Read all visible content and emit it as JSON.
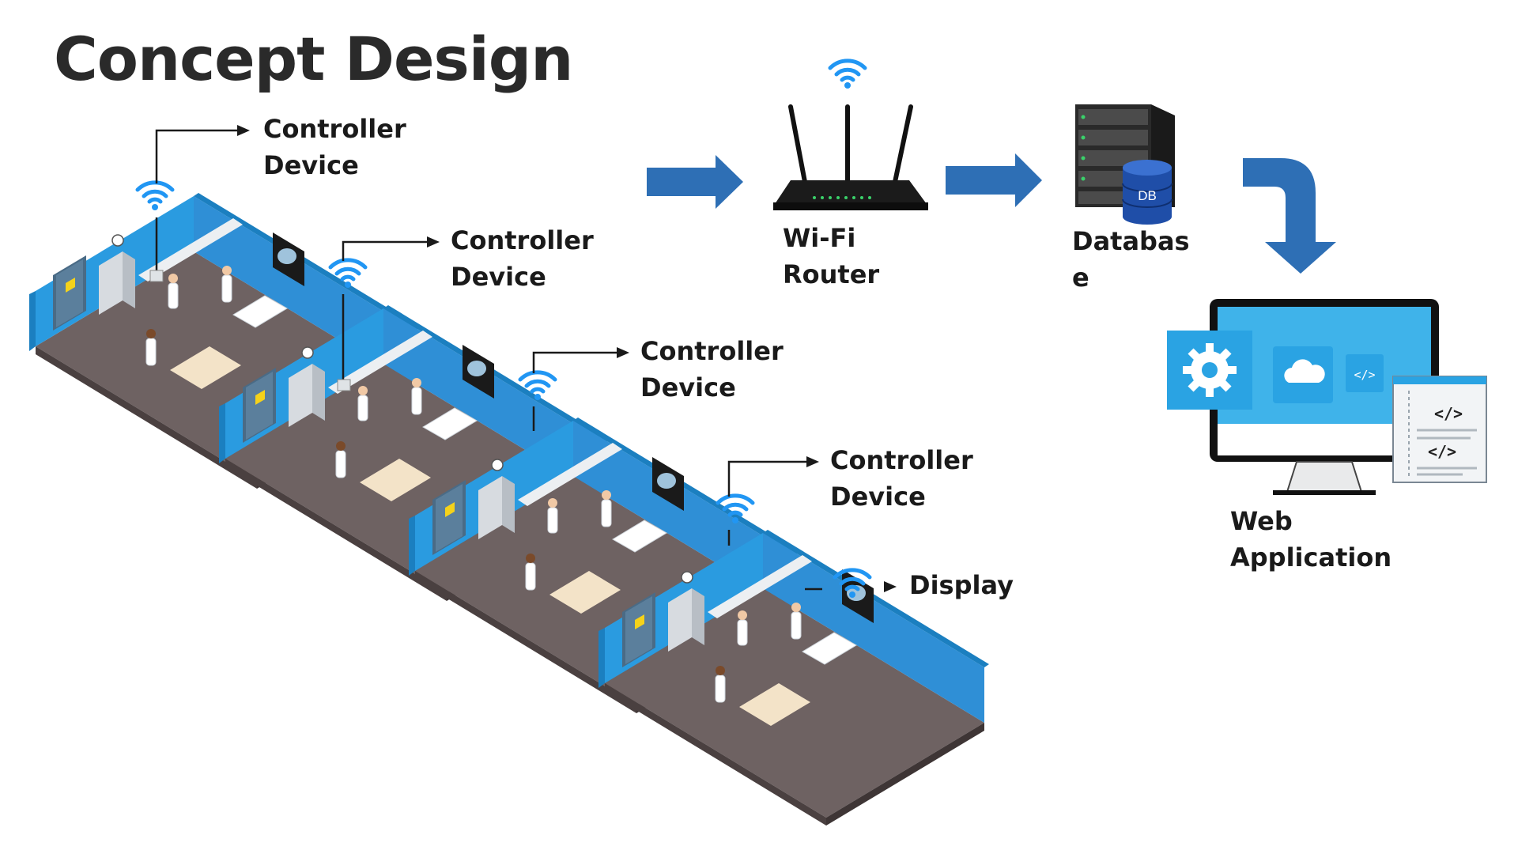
{
  "title": "Concept Design",
  "labels": {
    "controller_1": [
      "Controller",
      "Device"
    ],
    "controller_2": [
      "Controller",
      "Device"
    ],
    "controller_3": [
      "Controller",
      "Device"
    ],
    "controller_4": [
      "Controller",
      "Device"
    ],
    "display": "Display",
    "router": [
      "Wi-Fi",
      "Router"
    ],
    "database": [
      "Databas",
      "e"
    ],
    "database_badge": "DB",
    "web_app": [
      "Web",
      "Application"
    ]
  },
  "colors": {
    "accent_blue": "#2e6fb5",
    "wall_blue": "#2a9be0",
    "floor": "#6b5f5f",
    "wifi_blue": "#2196f3",
    "monitor_screen": "#3fb3ea"
  },
  "icons": [
    "wifi-icon",
    "router-icon",
    "server-icon",
    "database-icon",
    "gear-icon",
    "cloud-icon",
    "code-icon",
    "monitor-icon"
  ]
}
